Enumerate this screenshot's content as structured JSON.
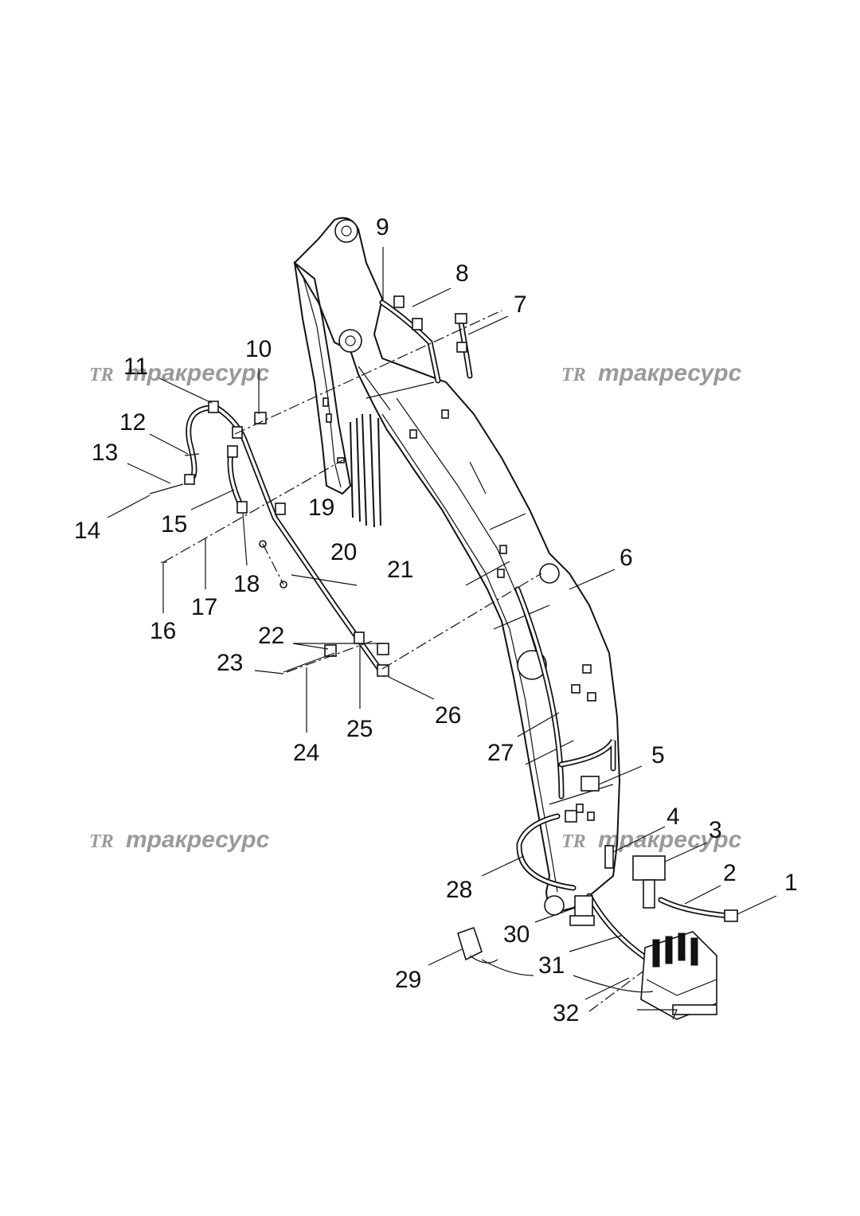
{
  "watermark": {
    "logo": "TR",
    "text": "тракресурс",
    "color": "#9a9a9a"
  },
  "callouts": [
    "1",
    "2",
    "3",
    "4",
    "5",
    "6",
    "7",
    "8",
    "9",
    "10",
    "11",
    "12",
    "13",
    "14",
    "15",
    "16",
    "17",
    "18",
    "19",
    "20",
    "21",
    "22",
    "23",
    "24",
    "25",
    "26",
    "27",
    "28",
    "29",
    "30",
    "31",
    "32"
  ]
}
